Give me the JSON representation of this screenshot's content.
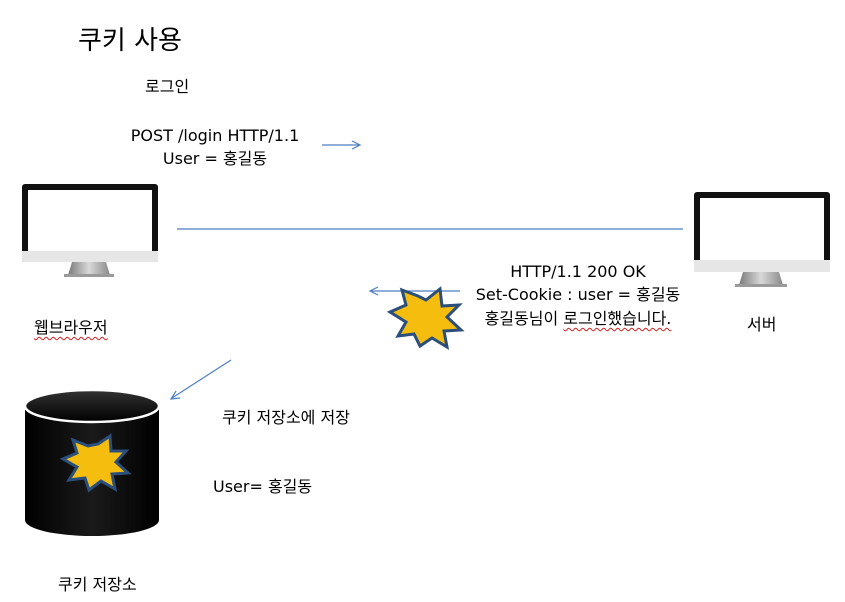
{
  "title": "쿠키 사용",
  "request": {
    "caption": "로그인",
    "line1": "POST /login HTTP/1.1",
    "line2": "User = 홍길동"
  },
  "response": {
    "line1": "HTTP/1.1 200 OK",
    "line2": "Set-Cookie : user = 홍길동",
    "line3a": "홍길동님이 ",
    "line3b": "로그인했습니다."
  },
  "client": {
    "label": "웹브라우저"
  },
  "server": {
    "label": "서버"
  },
  "store_action": "쿠키 저장소에  저장",
  "stored_value": "User= 홍길동",
  "store": {
    "label": "쿠키 저장소"
  },
  "colors": {
    "arrow": "#4f7ec0",
    "burst_fill": "#f5bd0e",
    "burst_stroke": "#2b4f7c",
    "monitor": "#111111",
    "cylinder": "#000000"
  }
}
